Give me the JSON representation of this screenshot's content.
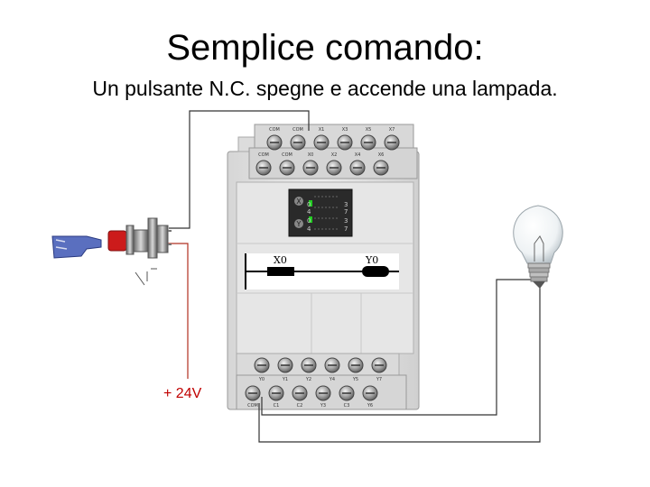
{
  "header": {
    "title": "Semplice comando:",
    "subtitle": "Un pulsante N.C. spegne e accende una lampada."
  },
  "plc": {
    "top_row1_labels": [
      "COM",
      "COM",
      "X1",
      "X3",
      "X5",
      "X7"
    ],
    "top_row2_labels": [
      "COM",
      "COM",
      "X0",
      "X2",
      "X4",
      "X6"
    ],
    "bottom_row1_labels": [
      "Y0",
      "Y1",
      "Y2",
      "Y4",
      "Y5",
      "Y7"
    ],
    "bottom_row2_labels": [
      "COM",
      "C1",
      "C2",
      "Y3",
      "C3",
      "Y6"
    ],
    "status_panel": {
      "x_symbol": "X",
      "y_symbol": "Y",
      "x_digits": [
        "0",
        "4",
        "3",
        "7"
      ],
      "y_digits": [
        "0",
        "4",
        "3",
        "7"
      ]
    }
  },
  "ladder": {
    "contact_label": "X0",
    "coil_label": "Y0"
  },
  "supply_label": "+ 24V",
  "colors": {
    "wire": "#333333",
    "supply_wire": "#b03020",
    "led_on": "#22cc22",
    "plc_body": "#e2e2e2"
  }
}
